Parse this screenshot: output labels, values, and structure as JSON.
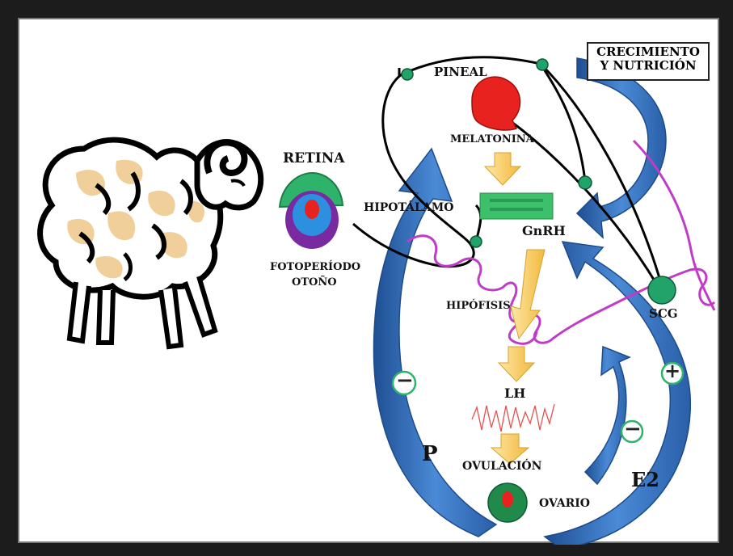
{
  "labels": {
    "crecimiento_1": "CRECIMIENTO",
    "crecimiento_2": "Y NUTRICIÓN",
    "pineal": "PINEAL",
    "melatonina": "MELATONINA",
    "retina": "RETINA",
    "hipotalamo": "HIPOTÁLAMO",
    "gnrh": "GnRH",
    "fotoperiodo": "FOTOPERÍODO",
    "otono": "OTOÑO",
    "hipofisis": "HIPÓFISIS",
    "scg": "SCG",
    "lh": "LH",
    "ovulacion": "OVULACIÓN",
    "p": "P",
    "e2": "E2",
    "ovario": "OVARIO"
  },
  "signs": {
    "minus_left": "−",
    "plus_right": "+",
    "minus_right": "−"
  },
  "colors": {
    "blue_arrow": "#3b78c4",
    "pineal_red": "#e8221e",
    "node_green": "#22a36a",
    "nerve_magenta": "#c03cc8",
    "flow_yellow": "#f5c542",
    "hormone_green": "#3cc16a",
    "wool_tan": "#f0cf9a"
  },
  "icons": [
    "sheep-icon",
    "retina-eye-icon",
    "pineal-gland-icon",
    "ovary-icon"
  ]
}
